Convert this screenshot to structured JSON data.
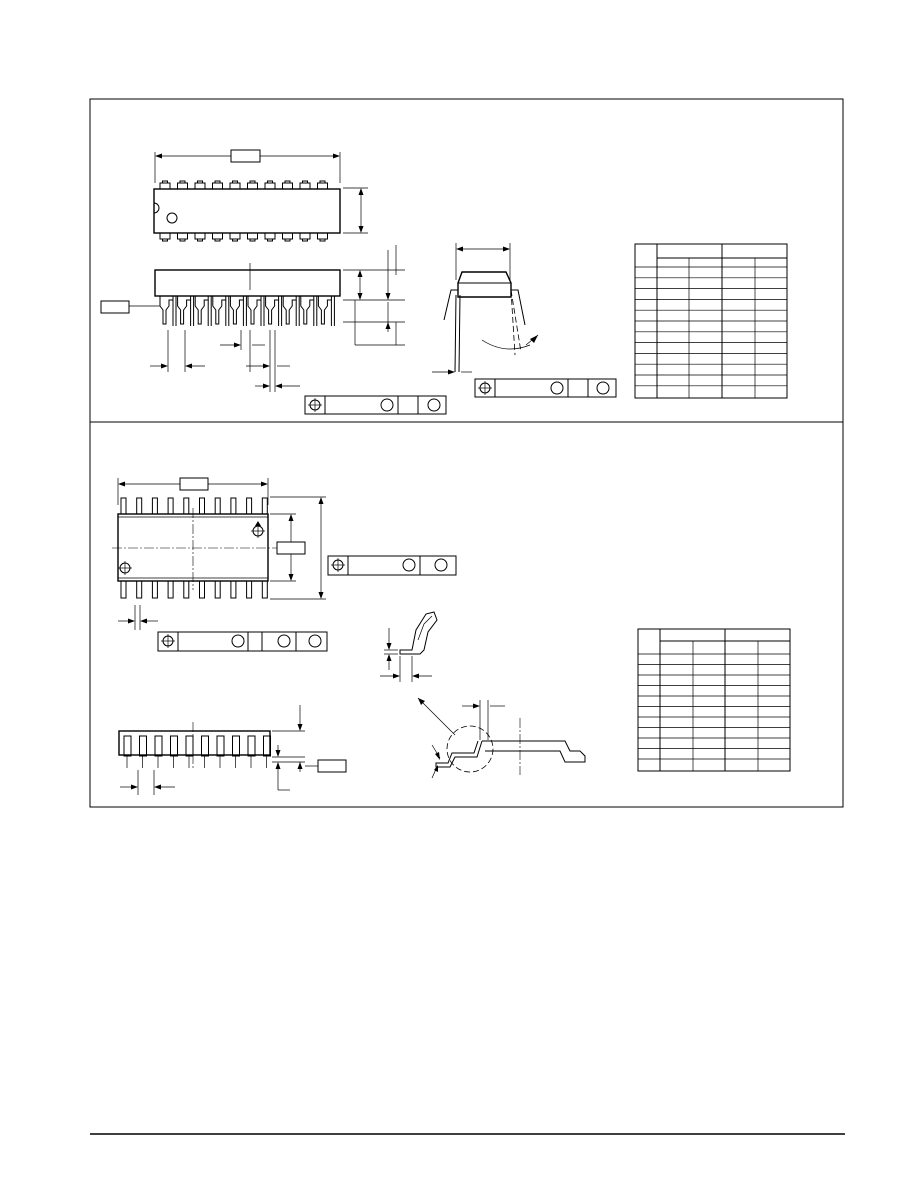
{
  "document": {
    "panels": [
      {
        "name": "dip-package",
        "views": [
          "top-view",
          "side-view",
          "end-view"
        ],
        "tables": [
          "tolerance-frame",
          "tolerance-frame",
          "dimension-table"
        ]
      },
      {
        "name": "soic-package",
        "views": [
          "top-view",
          "side-view",
          "lead-detail",
          "gull-wing-detail"
        ],
        "tables": [
          "tolerance-frame",
          "tolerance-frame",
          "dimension-table"
        ]
      }
    ],
    "icons": {
      "position": "position-tolerance-icon",
      "circle": "circle-modifier-icon",
      "datum": "datum-target-icon"
    },
    "colors": {
      "ink": "#000000",
      "paper": "#ffffff"
    }
  }
}
